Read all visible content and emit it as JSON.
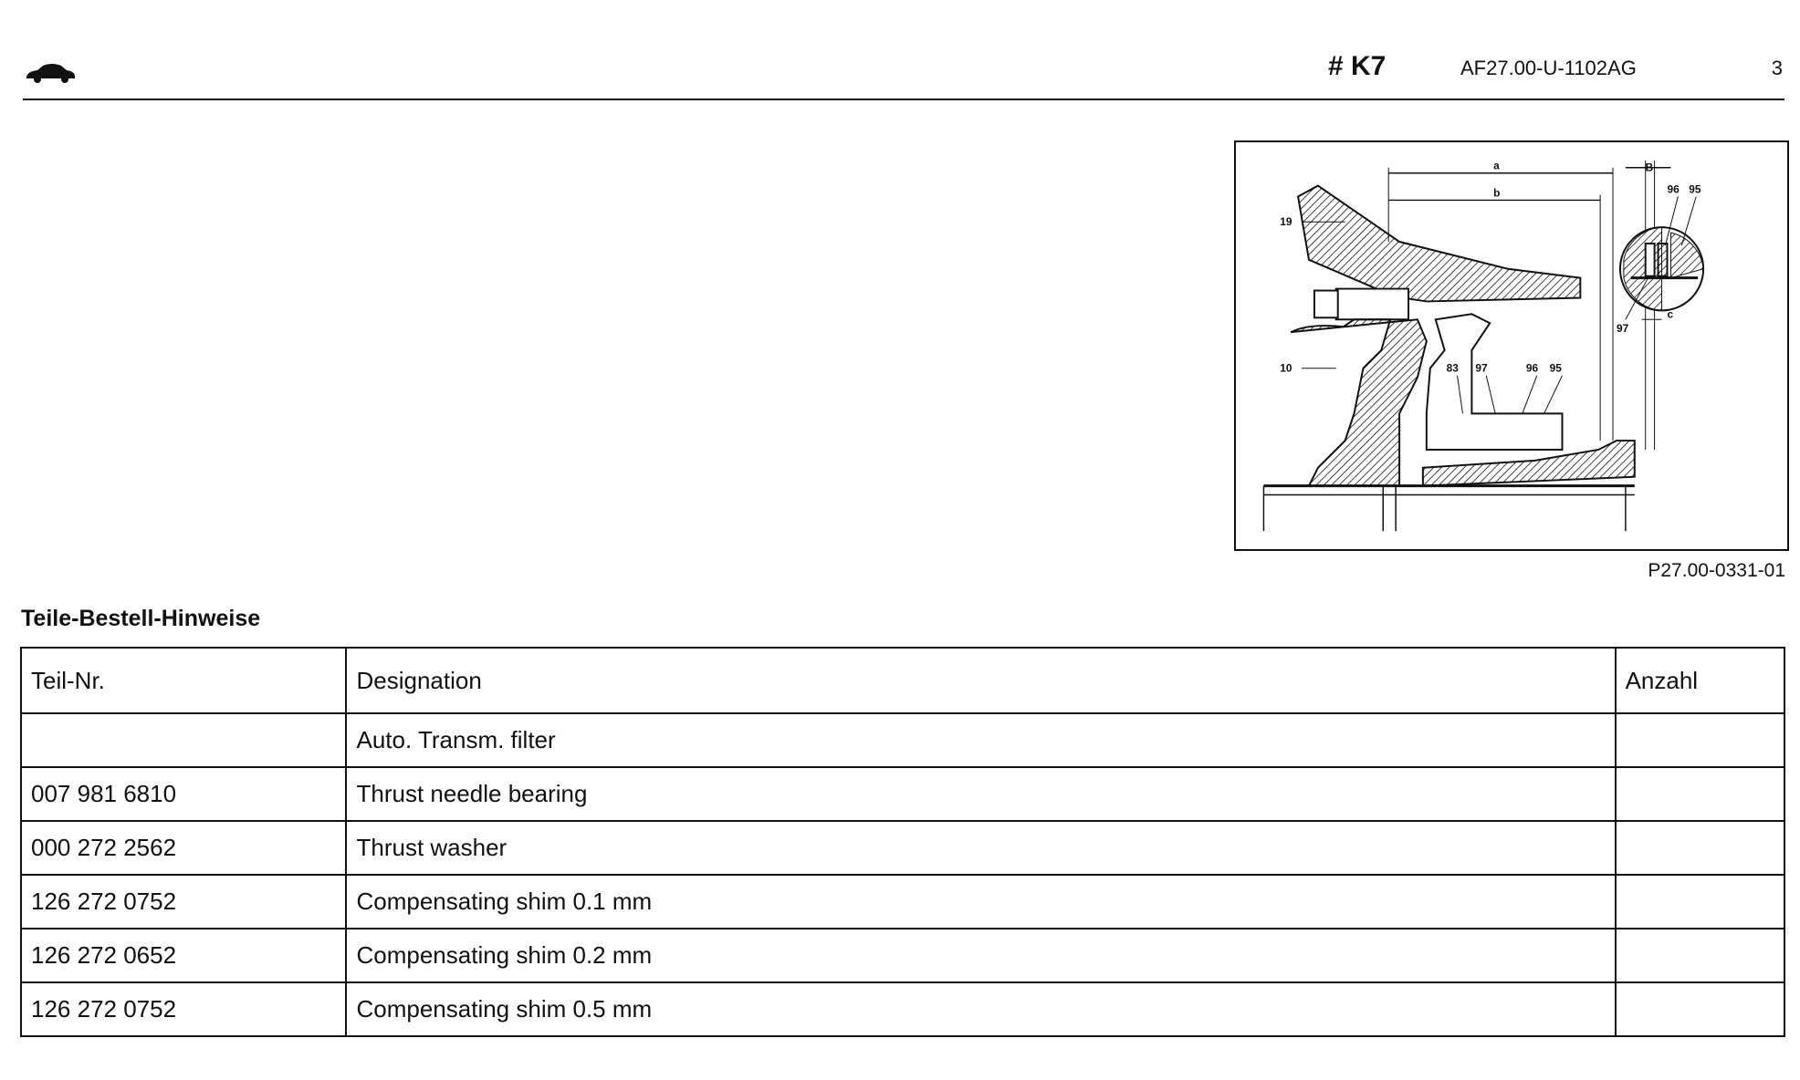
{
  "header": {
    "code": "# K7",
    "doc_ref": "AF27.00-U-1102AG",
    "page": "3"
  },
  "figure": {
    "ref": "P27.00-0331-01",
    "labels": {
      "a": "a",
      "b": "b",
      "B": "B",
      "n19": "19",
      "n10": "10",
      "n83": "83",
      "n97a": "97",
      "n96a": "96",
      "n95a": "95",
      "n96b": "96",
      "n95b": "95",
      "n97b": "97",
      "c": "c"
    }
  },
  "section": {
    "title": "Teile-Bestell-Hinweise"
  },
  "table": {
    "headers": [
      "Teil-Nr.",
      "Designation",
      "Anzahl"
    ],
    "rows": [
      {
        "part": "",
        "designation": "Auto. Transm. filter",
        "qty": ""
      },
      {
        "part": "007 981 6810",
        "designation": "Thrust needle bearing",
        "qty": ""
      },
      {
        "part": "000 272 2562",
        "designation": "Thrust washer",
        "qty": ""
      },
      {
        "part": "126 272 0752",
        "designation": "Compensating shim 0.1 mm",
        "qty": ""
      },
      {
        "part": "126 272 0652",
        "designation": "Compensating shim 0.2 mm",
        "qty": ""
      },
      {
        "part": "126 272 0752",
        "designation": "Compensating shim 0.5 mm",
        "qty": ""
      }
    ]
  }
}
